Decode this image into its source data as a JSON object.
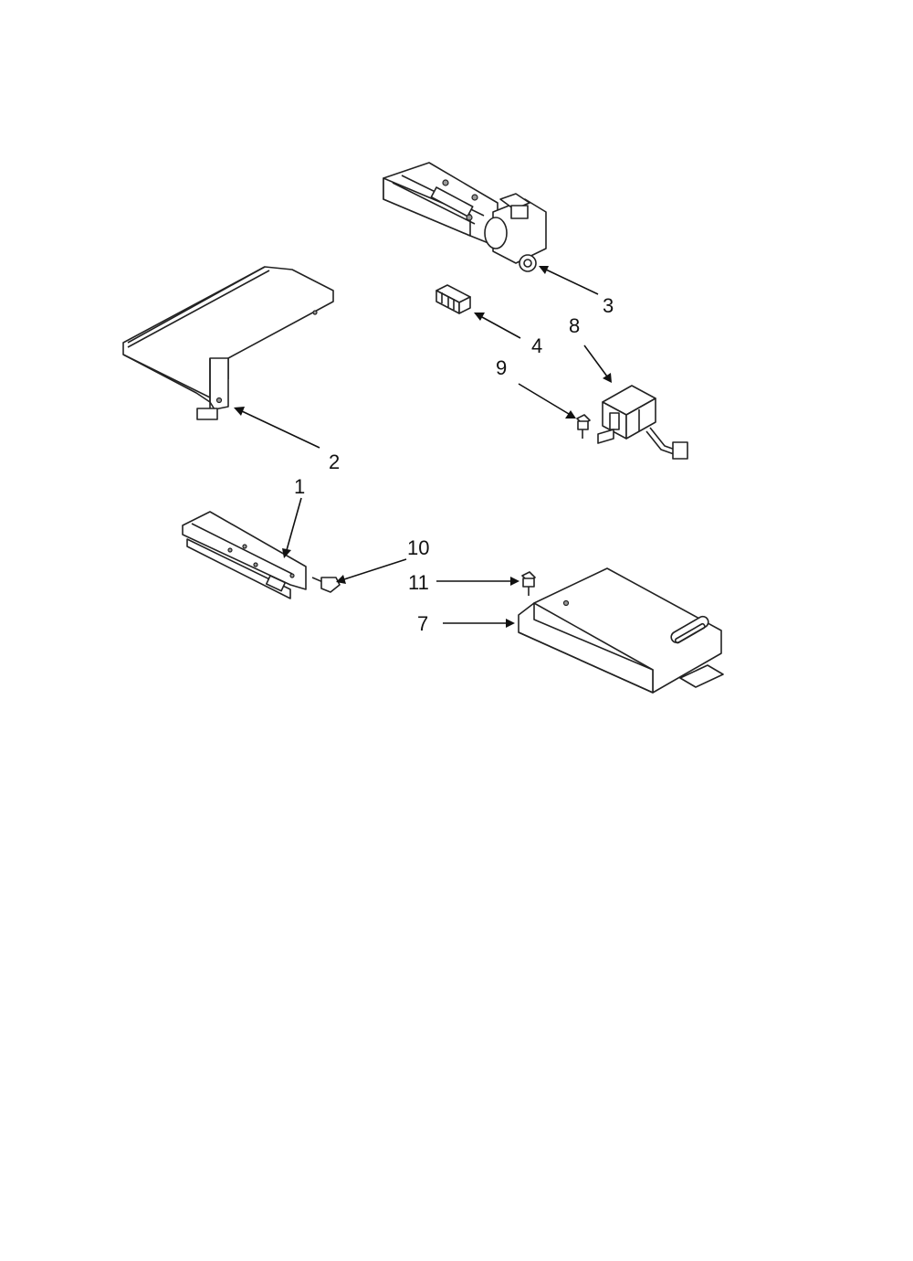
{
  "callouts": [
    {
      "id": "c1",
      "label": "1"
    },
    {
      "id": "c2",
      "label": "2"
    },
    {
      "id": "c3",
      "label": "3"
    },
    {
      "id": "c4",
      "label": "4"
    },
    {
      "id": "c7",
      "label": "7"
    },
    {
      "id": "c8",
      "label": "8"
    },
    {
      "id": "c9",
      "label": "9"
    },
    {
      "id": "c10",
      "label": "10"
    },
    {
      "id": "c11",
      "label": "11"
    }
  ]
}
